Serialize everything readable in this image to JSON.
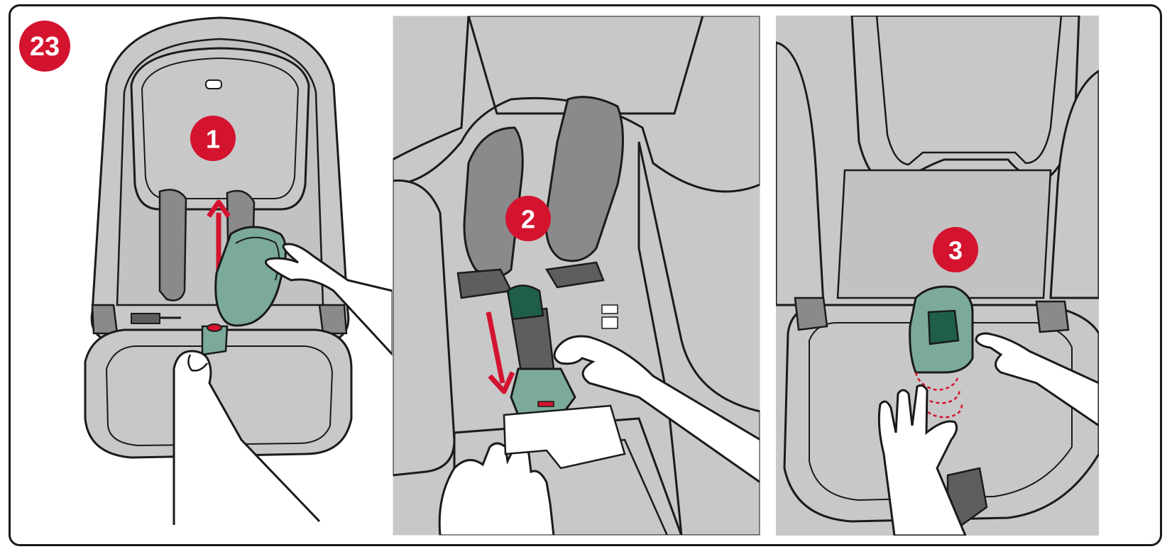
{
  "figure": {
    "step_number": "23",
    "panels": [
      {
        "label": "1"
      },
      {
        "label": "2"
      },
      {
        "label": "3"
      }
    ]
  },
  "colors": {
    "accent_red": "#d4132f",
    "seat_gray": "#c8c8c8",
    "seat_dark": "#8a8a8a",
    "strap_dark": "#5e5e5e",
    "buckle_green": "#7bab98",
    "buckle_dark_green": "#1f5e4a",
    "outline": "#1a1a1a",
    "hand_fill": "#ffffff"
  },
  "icons": {
    "arrow_up": "arrow-up-icon",
    "arrow_down": "arrow-down-icon"
  }
}
